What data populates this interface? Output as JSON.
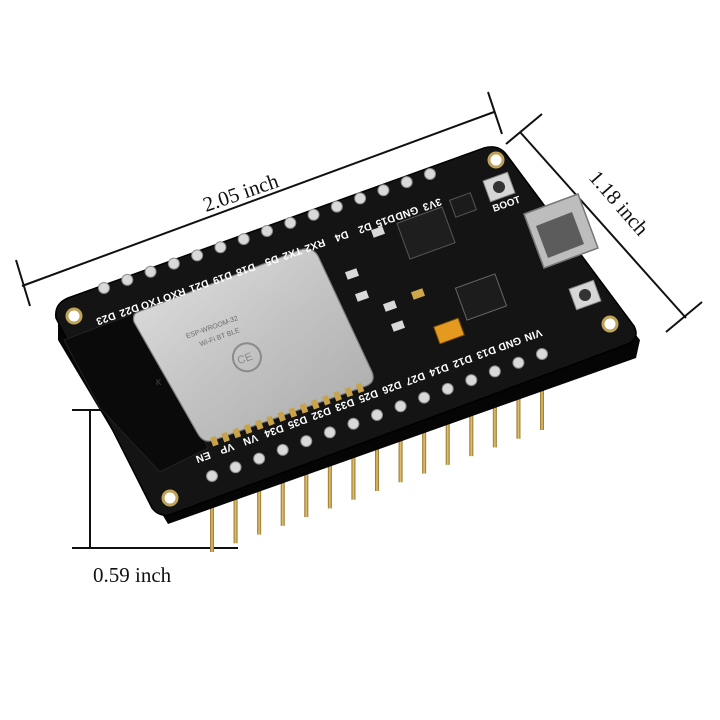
{
  "dimensions": {
    "length": "2.05 inch",
    "width": "1.18 inch",
    "height": "0.59 inch"
  },
  "board": {
    "top_pins": [
      "3V3",
      "GND",
      "D15",
      "D2",
      "D4",
      "RX2",
      "TX2",
      "D5",
      "D18",
      "D19",
      "D21",
      "RXO",
      "TXO",
      "D22",
      "D23"
    ],
    "bottom_pins": [
      "EN",
      "VP",
      "VN",
      "D34",
      "D35",
      "D32",
      "D33",
      "D25",
      "D26",
      "D27",
      "D14",
      "D12",
      "D13",
      "GND",
      "VIN"
    ],
    "button_label": "BOOT",
    "module_lines": [
      "ESP-WROOM-32",
      "Wi-Fi  BT  BLE"
    ],
    "colors": {
      "pcb": "#141414",
      "module": "#c9c9c9",
      "pin": "#c9a34a",
      "silk": "#ffffff"
    }
  }
}
